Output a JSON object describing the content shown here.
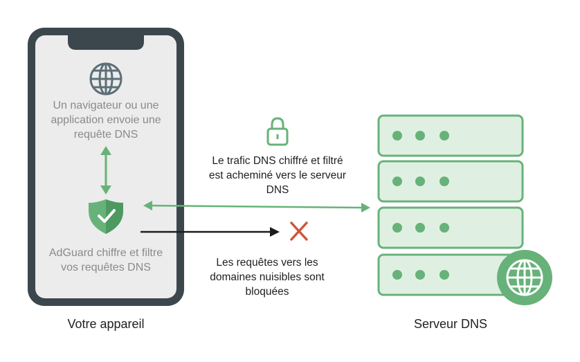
{
  "phone": {
    "browser_text": [
      "Un navigateur ou une",
      "application envoie une",
      "requête DNS"
    ],
    "adguard_text": [
      "AdGuard chiffre et filtre",
      "vos requêtes DNS"
    ],
    "label": "Votre appareil"
  },
  "encrypted": {
    "text": [
      "Le trafic DNS chiffré et filtré",
      "est acheminé vers le serveur",
      "DNS"
    ]
  },
  "blocked": {
    "text": [
      "Les requêtes vers les",
      "domaines nuisibles sont",
      "bloquées"
    ]
  },
  "server": {
    "label": "Serveur DNS"
  },
  "colors": {
    "phone_frame": "#3c474d",
    "phone_screen": "#ececec",
    "globe_gray": "#5d6f78",
    "green": "#67b279",
    "green_dark": "#4d9960",
    "server_fill": "#dff0e3",
    "blocked_x": "#d0543a",
    "arrow_black": "#1c1c1c"
  },
  "icons": {
    "browser": "globe-icon",
    "adguard": "shield-check-icon",
    "encryption": "lock-icon",
    "blocked": "cross-icon",
    "server_badge": "globe-badge-icon"
  }
}
